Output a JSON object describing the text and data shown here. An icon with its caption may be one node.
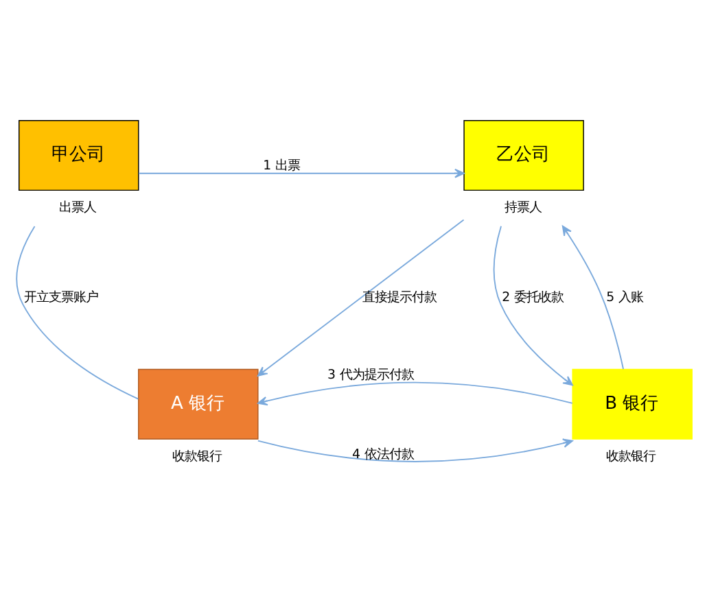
{
  "diagram": {
    "nodes": [
      {
        "text": [
          "甲公司"
        ],
        "beside": [
          "出票人"
        ]
      },
      {
        "text": [
          "乙公司"
        ],
        "beside": [
          "持票人"
        ]
      },
      {
        "text": [
          "A 银行"
        ],
        "beside": [
          "收款银行"
        ]
      },
      {
        "text": [
          "B 银行"
        ],
        "beside": [
          "收款银行"
        ]
      }
    ],
    "edges": [
      {
        "from": 0,
        "to": 1,
        "arrow": "to",
        "label": "1 出票"
      },
      {
        "from": 0,
        "to": 2,
        "arrow": "none",
        "label": "开立支票账户"
      },
      {
        "from": 1,
        "to": 2,
        "arrow": "to",
        "label": "直接提示付款"
      },
      {
        "from": 1,
        "to": 3,
        "arrow": "to",
        "label": "2 委托收款"
      },
      {
        "from": 3,
        "to": 1,
        "arrow": "to",
        "label": "5 入账"
      },
      {
        "from": 2,
        "to": 3,
        "arrow": "to",
        "label": "4 依法付款"
      },
      {
        "from": 3,
        "to": 2,
        "arrow": "to",
        "label": "3 代为提示付款"
      }
    ]
  }
}
